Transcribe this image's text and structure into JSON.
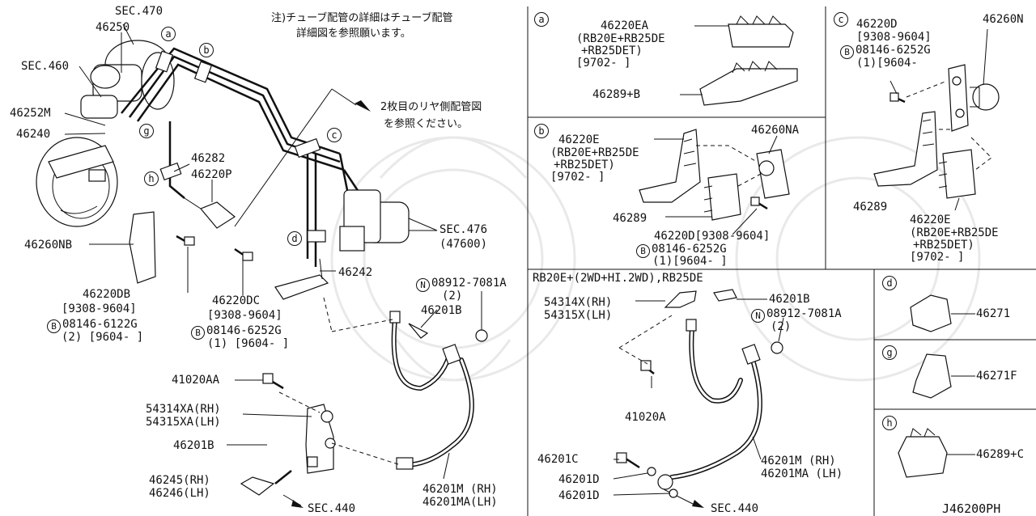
{
  "note": {
    "line1": "注)チューブ配管の詳細はチューブ配管",
    "line2": "詳細図を参照願います。",
    "rear1": "2枚目のリヤ側配管図",
    "rear2": "を参照ください。"
  },
  "left": {
    "sec470": "SEC.470",
    "p46250": "46250",
    "sec460": "SEC.460",
    "p46252M": "46252M",
    "p46240": "46240",
    "p46282": "46282",
    "p46220P": "46220P",
    "p46260NB": "46260NB",
    "p46220DB": "46220DB",
    "p46220DB_range": "[9308-9604]",
    "b_bolt1": "08146-6122G",
    "b_bolt1_qty": "(2) [9604-      ]",
    "p46220DC": "46220DC",
    "p46220DC_range": "[9308-9604]",
    "b_bolt2": "08146-6252G",
    "b_bolt2_qty": "(1) [9604-     ]",
    "sec476": "SEC.476",
    "sec476_sub": "(47600)",
    "p46242": "46242",
    "n_nut": "08912-7081A",
    "n_nut_qty": "(2)",
    "p46201B": "46201B",
    "p41020AA": "41020AA",
    "p54314XA": "54314XA(RH)",
    "p54315XA": "54315XA(LH)",
    "p46201B_2": "46201B",
    "p46245": "46245(RH)",
    "p46246": "46246(LH)",
    "sec440": "SEC.440",
    "p46201M": "46201M (RH)",
    "p46201MA": "46201MA(LH)"
  },
  "tags": {
    "a": "a",
    "b": "b",
    "c": "c",
    "d": "d",
    "g": "g",
    "h": "h",
    "B": "B",
    "N": "N"
  },
  "panel_a": {
    "p46220EA": "46220EA",
    "model1": "(RB20E+RB25DE",
    "model2": "+RB25DET)",
    "range": "[9702-     ]",
    "p46289B": "46289+B"
  },
  "panel_b": {
    "p46220E": "46220E",
    "model1": "(RB20E+RB25DE",
    "model2": "+RB25DET)",
    "range": "[9702-     ]",
    "p46260NA": "46260NA",
    "p46289": "46289",
    "p46220D": "46220D[9308-9604]",
    "bolt": "08146-6252G",
    "bolt_qty": "(1)[9604-     ]"
  },
  "panel_c": {
    "p46220D": "46220D",
    "range": "[9308-9604]",
    "bolt": "08146-6252G",
    "bolt_qty": "(1)[9604-",
    "p46260N": "46260N",
    "p46289": "46289",
    "p46220E": "46220E",
    "model1": "(RB20E+RB25DE",
    "model2": "+RB25DET)",
    "range2": "[9702-     ]"
  },
  "panel_rb": {
    "header": "RB20E+(2WD+HI.2WD),RB25DE",
    "p54314X": "54314X(RH)",
    "p54315X": "54315X(LH)",
    "p46201B": "46201B",
    "nut": "08912-7081A",
    "nut_qty": "(2)",
    "p41020A": "41020A",
    "p46201C": "46201C",
    "p46201D_1": "46201D",
    "p46201D_2": "46201D",
    "p46201M": "46201M  (RH)",
    "p46201MA": "46201MA (LH)",
    "sec440": "SEC.440"
  },
  "panel_d": {
    "part": "46271"
  },
  "panel_g": {
    "part": "46271F"
  },
  "panel_h": {
    "part": "46289+C"
  },
  "diagram_code": "J46200PH"
}
